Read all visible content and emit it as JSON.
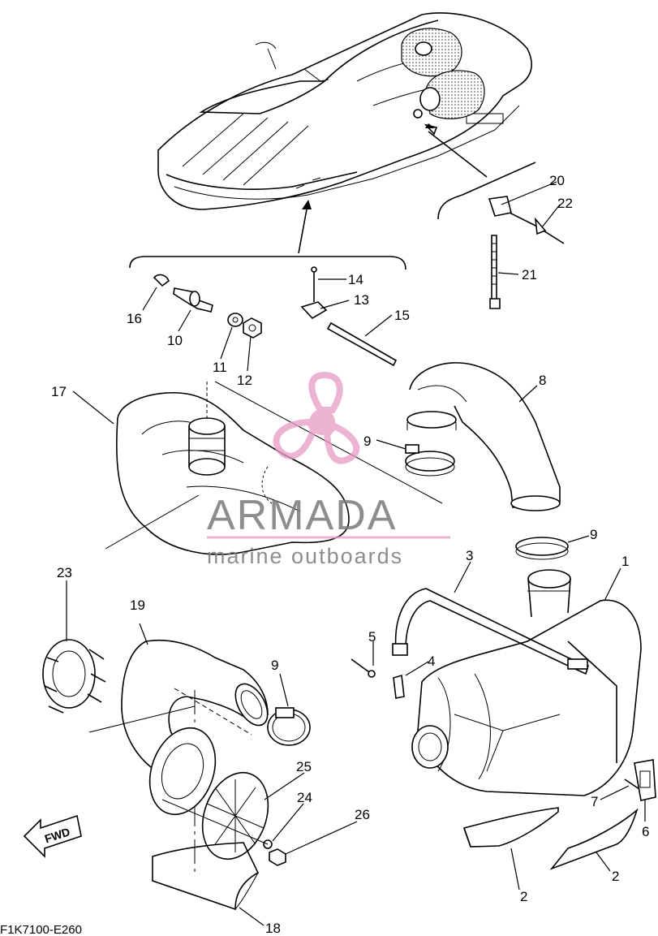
{
  "diagram_code": "F1K7100-E260",
  "direction_label": "FWD",
  "watermark": {
    "brand": "ARMADA",
    "tagline": "marine outboards"
  },
  "callouts": {
    "c1": "1",
    "c2a": "2",
    "c2b": "2",
    "c3": "3",
    "c4": "4",
    "c5": "5",
    "c6": "6",
    "c7": "7",
    "c8": "8",
    "c9a": "9",
    "c9b": "9",
    "c9c": "9",
    "c10": "10",
    "c11": "11",
    "c12": "12",
    "c13": "13",
    "c14": "14",
    "c15": "15",
    "c16": "16",
    "c17": "17",
    "c18": "18",
    "c19": "19",
    "c20": "20",
    "c21": "21",
    "c22": "22",
    "c23": "23",
    "c24": "24",
    "c25": "25",
    "c26": "26"
  },
  "colors": {
    "line": "#000000",
    "watermark_text": "#7a7a7a",
    "watermark_logo": "#e89ac4"
  }
}
